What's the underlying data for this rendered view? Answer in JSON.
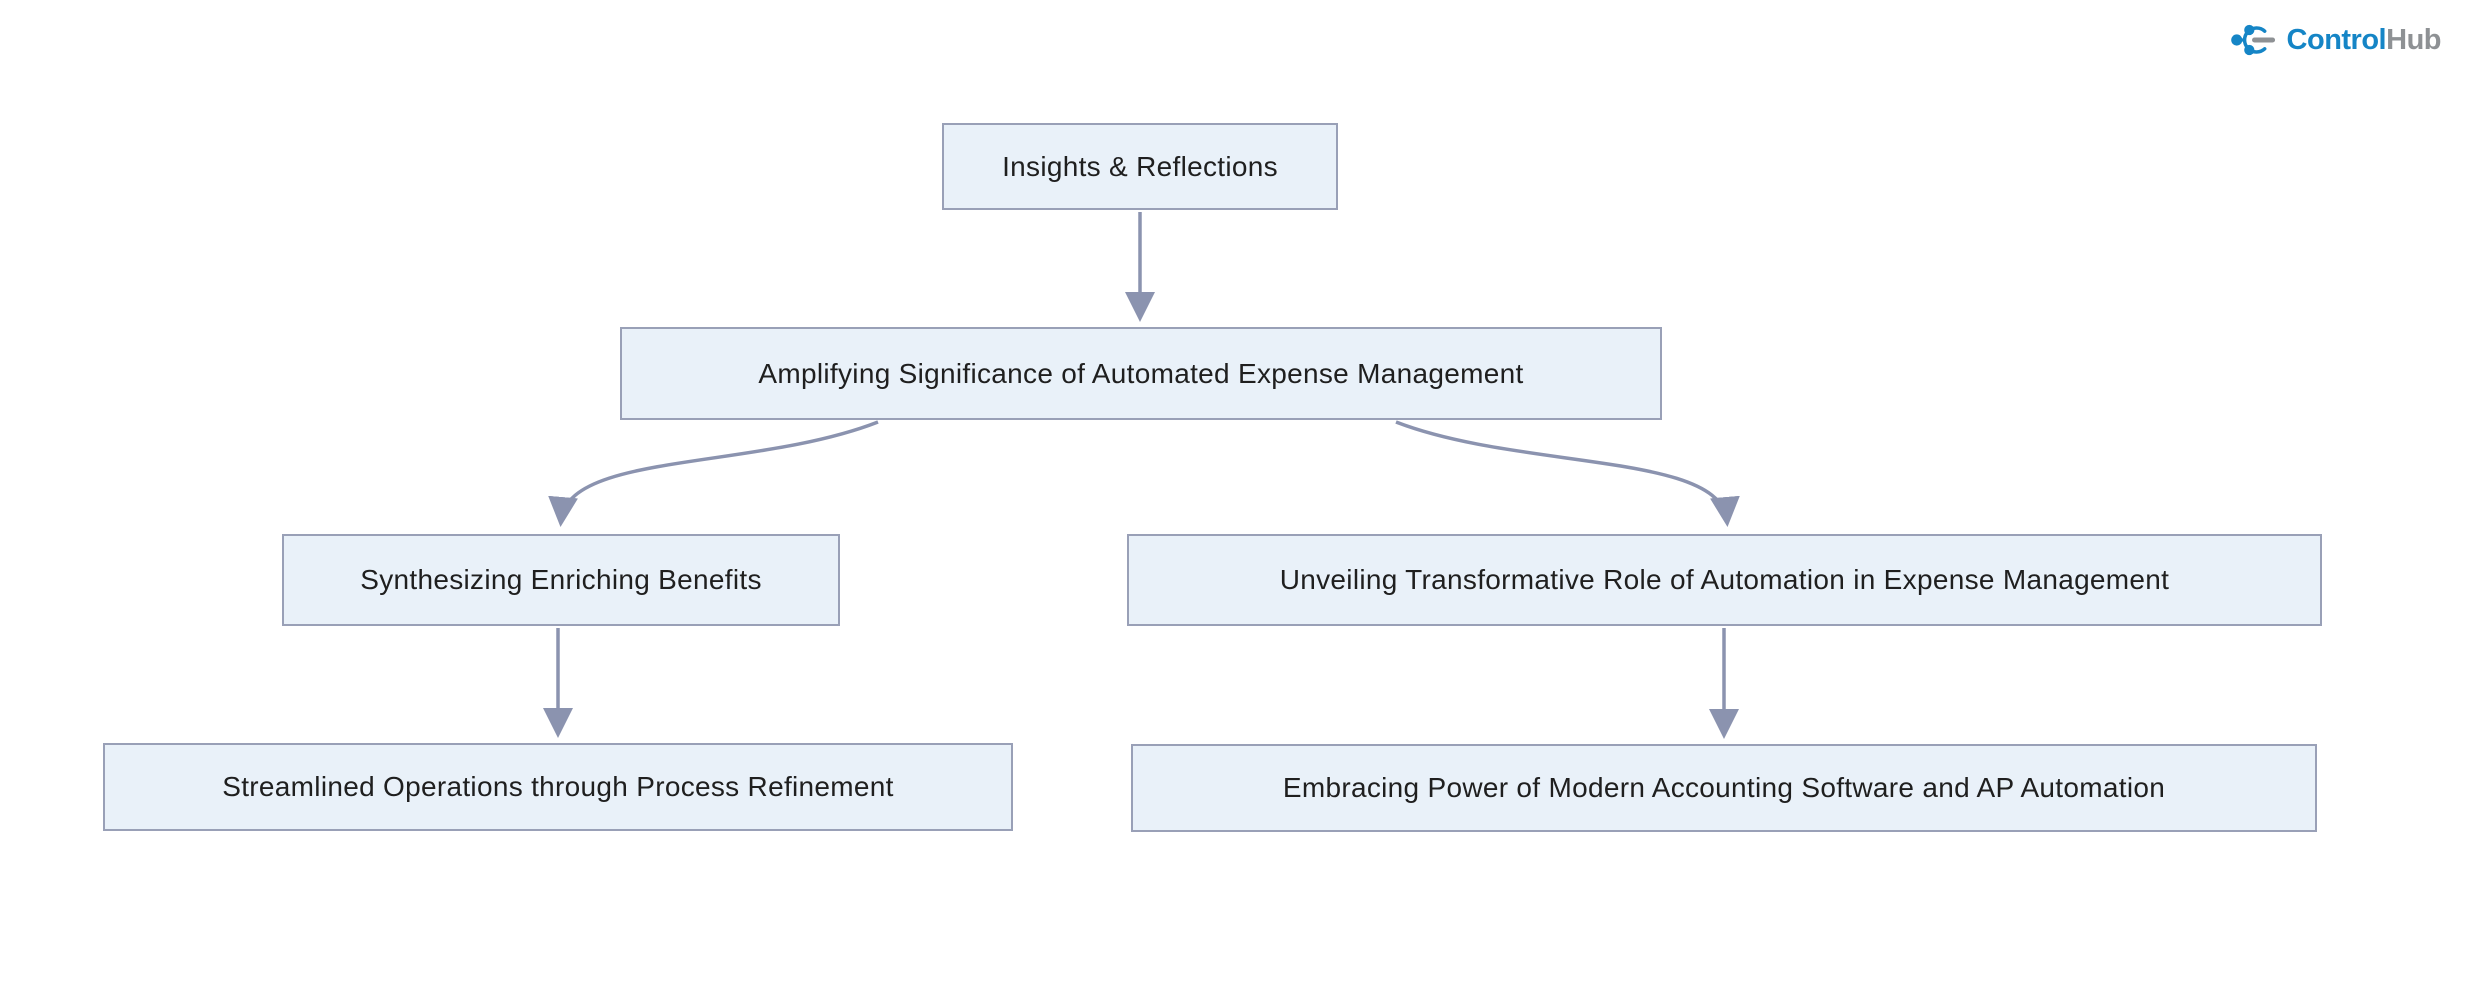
{
  "logo": {
    "brand_primary": "Control",
    "brand_secondary": "Hub",
    "primary_color": "#1585C6",
    "secondary_color": "#8E9194",
    "icon": "network-node-icon"
  },
  "colors": {
    "node_fill": "#E9F1F9",
    "node_border": "#99A0B7",
    "edge": "#8B93AF",
    "text": "#1F1F1F",
    "background": "#FFFFFF"
  },
  "diagram": {
    "type": "flowchart",
    "direction": "top-down",
    "nodes": [
      {
        "id": "insights",
        "label": "Insights & Reflections"
      },
      {
        "id": "amplifying",
        "label": "Amplifying Significance of Automated Expense Management"
      },
      {
        "id": "synthesizing",
        "label": "Synthesizing Enriching Benefits"
      },
      {
        "id": "unveiling",
        "label": "Unveiling Transformative Role of Automation in Expense Management"
      },
      {
        "id": "streamlined",
        "label": "Streamlined Operations through Process Refinement"
      },
      {
        "id": "embracing",
        "label": "Embracing Power of Modern Accounting Software and AP Automation"
      }
    ],
    "edges": [
      {
        "from": "insights",
        "to": "amplifying"
      },
      {
        "from": "amplifying",
        "to": "synthesizing"
      },
      {
        "from": "amplifying",
        "to": "unveiling"
      },
      {
        "from": "synthesizing",
        "to": "streamlined"
      },
      {
        "from": "unveiling",
        "to": "embracing"
      }
    ]
  }
}
